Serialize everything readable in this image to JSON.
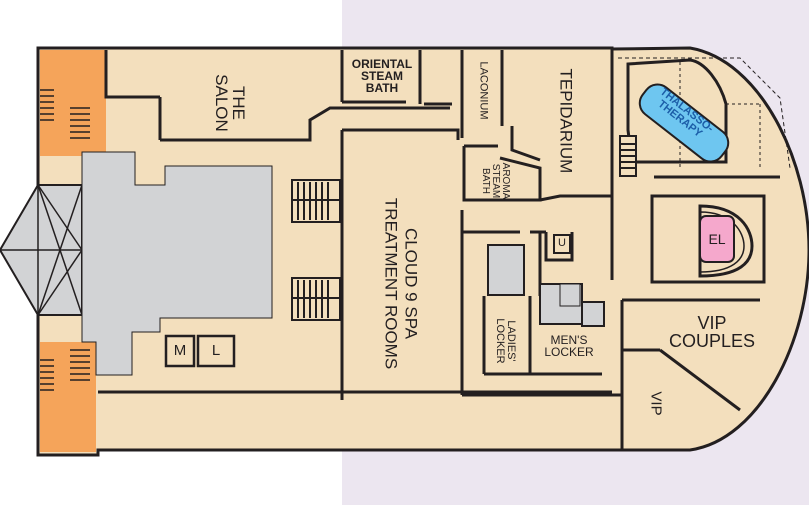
{
  "colors": {
    "deck": "#f3dfbd",
    "wall": "#231f20",
    "stairs": "#f5a45a",
    "void": "#d2d3d5",
    "pool": "#6ec6f0",
    "elevator": "#f5a8cc",
    "lavender": "#ece6f0"
  },
  "rooms": {
    "salon": "THE\nSALON",
    "oriental_steam_bath": "ORIENTAL\nSTEAM\nBATH",
    "laconium": "LACONIUM",
    "tepidarium": "TEPIDARIUM",
    "thalassotherapy": "THALASSO-\nTHERAPY",
    "aroma_steam_bath": "AROMA\nSTEAM\nBATH",
    "cloud9": "CLOUD 9 SPA\nTREATMENT ROOMS",
    "elevator": "EL",
    "ladies_locker": "LADIES'\nLOCKER",
    "mens_locker": "MEN'S\nLOCKER",
    "vip_couples": "VIP\nCOUPLES",
    "vip": "VIP",
    "m": "M",
    "l": "L",
    "u": "U"
  }
}
